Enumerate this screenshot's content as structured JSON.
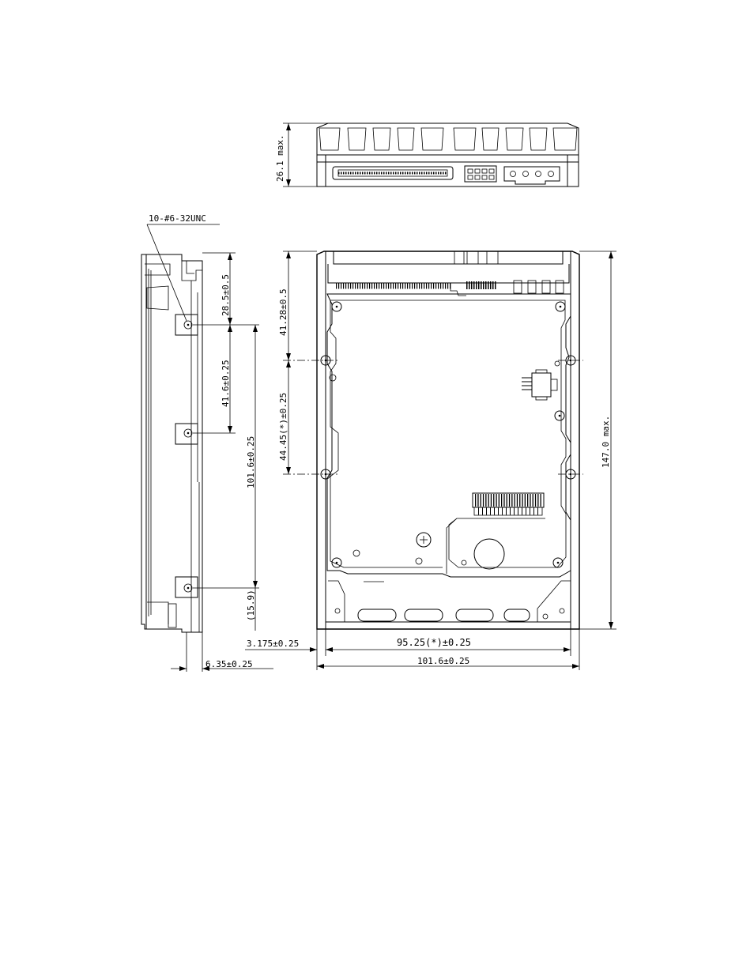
{
  "drawing": {
    "labels": {
      "thread": "10-#6-32UNC",
      "height_max": "26.1 max.",
      "side_28_5": "28.5±0.5",
      "side_41_6": "41.6±0.25",
      "side_101_6": "101.6±0.25",
      "side_15_9": "(15.9)",
      "bottom_41_28": "41.28±0.5",
      "bottom_44_45": "44.45(*)±0.25",
      "length_max": "147.0 max.",
      "offset_3_175": "3.175±0.25",
      "offset_6_35": "6.35±0.25",
      "width_95_25": "95.25(*)±0.25",
      "width_101_6": "101.6±0.25"
    }
  }
}
